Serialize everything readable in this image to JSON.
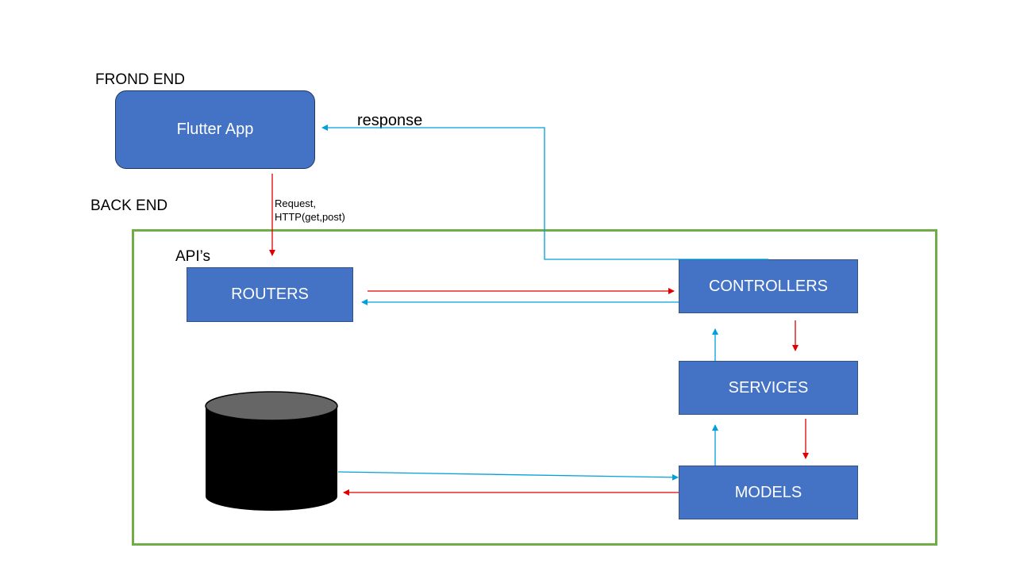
{
  "labels": {
    "front_end": "FROND END",
    "back_end": "BACK END",
    "apis": "API’s",
    "response": "response",
    "request_line1": "Request,",
    "request_line2": "HTTP(get,post)"
  },
  "nodes": {
    "flutter_app": "Flutter App",
    "routers": "ROUTERS",
    "controllers": "CONTROLLERS",
    "services": "SERVICES",
    "models": "MODELS"
  },
  "colors": {
    "box_fill": "#4472c4",
    "box_border": "#2f528f",
    "frame": "#70ad47",
    "request_arrow": "#e00000",
    "response_arrow": "#00a0dc",
    "database_body": "#000000",
    "database_top": "#666666"
  }
}
